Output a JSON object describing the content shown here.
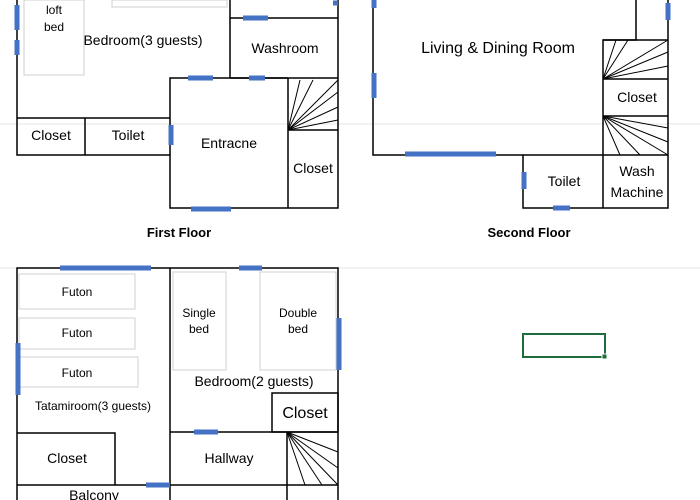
{
  "floors": {
    "first": {
      "caption": "First Floor",
      "rooms": {
        "loft_bed": [
          "loft",
          "bed"
        ],
        "bedroom": "Bedroom(3 guests)",
        "washroom": "Washroom",
        "closet_left": "Closet",
        "toilet": "Toilet",
        "entrance": "Entracne",
        "closet_right": "Closet"
      }
    },
    "second": {
      "caption": "Second Floor",
      "rooms": {
        "living": "Living & Dining Room",
        "closet": "Closet",
        "toilet": "Toilet",
        "wash_machine": [
          "Wash",
          "Machine"
        ]
      }
    },
    "third": {
      "rooms": {
        "futon_1": "Futon",
        "futon_2": "Futon",
        "futon_3": "Futon",
        "tatami": "Tatamiroom(3 guests)",
        "single_bed": [
          "Single",
          "bed"
        ],
        "double_bed": [
          "Double",
          "bed"
        ],
        "bedroom": "Bedroom(2 guests)",
        "closet_small": "Closet",
        "closet": "Closet",
        "hallway": "Hallway",
        "balcony": "Balcony"
      }
    }
  },
  "colors": {
    "wall": "#000000",
    "window": "#4472c4",
    "furniture": "#d0d0d0",
    "selection": "#1e6b3c",
    "gridline": "#e6e6e6"
  }
}
